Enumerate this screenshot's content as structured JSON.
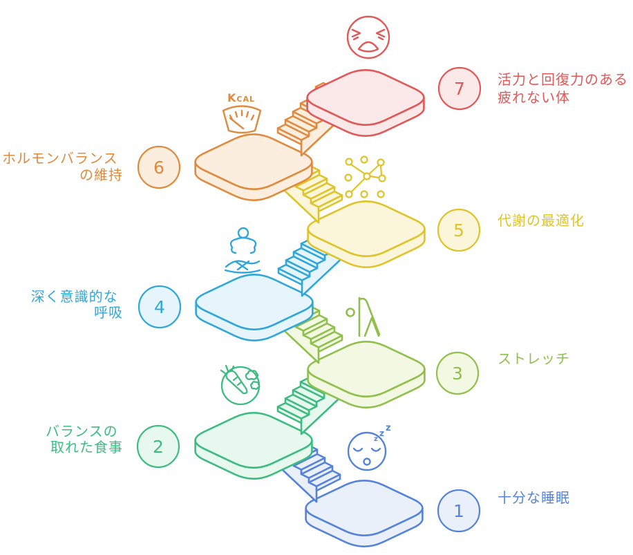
{
  "diagram": {
    "background": "#FFFFFF",
    "type": "seven-step ascending staircase wellness diagram",
    "levels": [
      {
        "number": "1",
        "label_lines": [
          "十分な睡眠"
        ],
        "side": "right",
        "color": "#5583DB",
        "fill": "#EAF0FA",
        "icon": "sleeping-face-icon",
        "zzz": [
          "z",
          "z",
          "z"
        ]
      },
      {
        "number": "2",
        "label_lines": [
          "バランスの",
          "取れた食事"
        ],
        "side": "left",
        "color": "#3CBC80",
        "fill": "#E7F8EE",
        "icon": "vegetables-icon"
      },
      {
        "number": "3",
        "label_lines": [
          "ストレッチ"
        ],
        "side": "right",
        "color": "#8FC04C",
        "fill": "#F2F8E2",
        "icon": "stretching-person-icon"
      },
      {
        "number": "4",
        "label_lines": [
          "深く意識的な",
          "呼吸"
        ],
        "side": "left",
        "color": "#2FA7D9",
        "fill": "#E6F4FB",
        "icon": "meditating-person-icon"
      },
      {
        "number": "5",
        "label_lines": [
          "代謝の最適化"
        ],
        "side": "right",
        "color": "#DEC428",
        "fill": "#FBF6D9",
        "icon": "molecule-network-icon"
      },
      {
        "number": "6",
        "label_lines": [
          "ホルモンバランス",
          "の維持"
        ],
        "side": "left",
        "color": "#E08A3E",
        "fill": "#FBEEDF",
        "icon": "calorie-gauge-icon",
        "gauge_label": "Kcal"
      },
      {
        "number": "7",
        "label_lines": [
          "活力と回復力のある",
          "疲れない体"
        ],
        "side": "right",
        "color": "#E25757",
        "fill": "#FBE9E9",
        "icon": "weary-face-icon"
      }
    ]
  }
}
